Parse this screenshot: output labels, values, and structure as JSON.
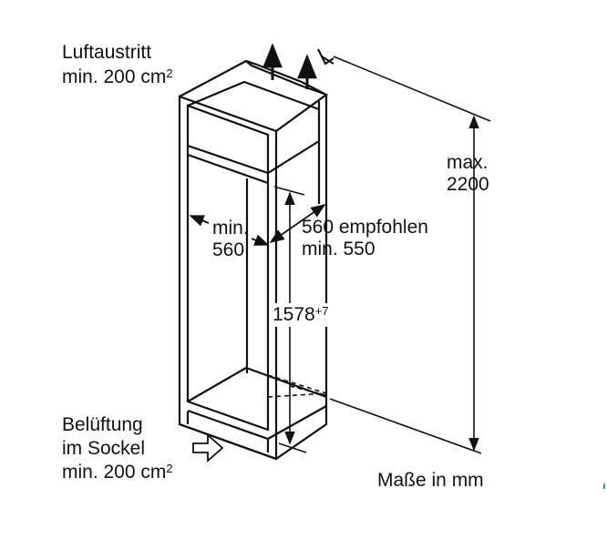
{
  "labels": {
    "air_outlet_title": "Luftaustritt",
    "air_outlet_value": "min. 200 cm",
    "air_outlet_exp": "2",
    "max_prefix": "max.",
    "max_value": "2200",
    "inner_width_prefix": "min.",
    "inner_width_value": "560",
    "depth_recommended": "560 empfohlen",
    "depth_min": "min. 550",
    "niche_height": "1578",
    "niche_height_tolerance": "+7",
    "vent_title": "Belüftung",
    "vent_location": "im Sockel",
    "vent_value": "min. 200 cm",
    "vent_exp": "2",
    "units_note": "Maße in mm"
  },
  "colors": {
    "line": "#111111",
    "background": "#ffffff",
    "accent": "#2bb34a"
  }
}
